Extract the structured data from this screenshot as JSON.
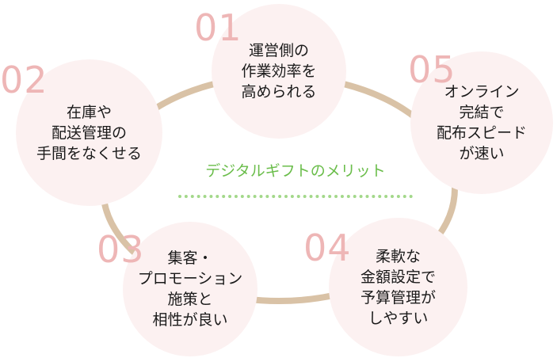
{
  "title": "デジタルギフトのメリット",
  "colors": {
    "bubble": "#fcf1f1",
    "number": "#eeb6b6",
    "ring": "#d9c2a6",
    "accent": "#6abd4a",
    "text": "#1a1a1a"
  },
  "items": [
    {
      "number": "01",
      "text": "運営側の\n作業効率を\n高められる"
    },
    {
      "number": "02",
      "text": "在庫や\n配送管理の\n手間をなくせる"
    },
    {
      "number": "03",
      "text": "集客・\nプロモーション\n施策と\n相性が良い"
    },
    {
      "number": "04",
      "text": "柔軟な\n金額設定で\n予算管理が\nしやすい"
    },
    {
      "number": "05",
      "text": "オンライン\n完結で\n配布スピード\nが速い"
    }
  ]
}
